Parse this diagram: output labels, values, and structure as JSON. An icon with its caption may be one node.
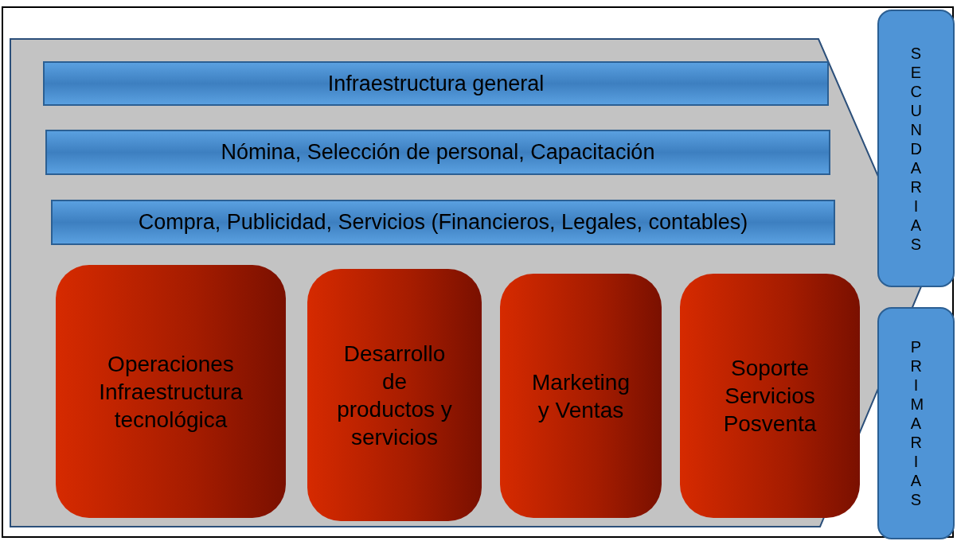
{
  "diagram": {
    "nodes": [
      {
        "text": [],
        "shape": "arrow"
      },
      {
        "text": [
          "Infraestructura general"
        ],
        "in": 0
      },
      {
        "text": [
          "Nómina, Selección de personal, Capacitación"
        ],
        "in": 0
      },
      {
        "text": [
          "Compra, Publicidad, Servicios (Financieros, Legales, contables)"
        ],
        "in": 0
      },
      {
        "text": [
          "Operaciones Infraestructura tecnológica"
        ],
        "in": 0
      },
      {
        "text": [
          "Desarrollo de productos y servicios"
        ],
        "in": 0
      },
      {
        "text": [
          "Marketing y Ventas"
        ],
        "in": 0
      },
      {
        "text": [
          "Soporte Servicios Posventa"
        ],
        "in": 0
      },
      {
        "text": [
          "SECUNDARIAS"
        ]
      },
      {
        "text": [
          "PRIMARIAS"
        ]
      }
    ],
    "edges": []
  }
}
